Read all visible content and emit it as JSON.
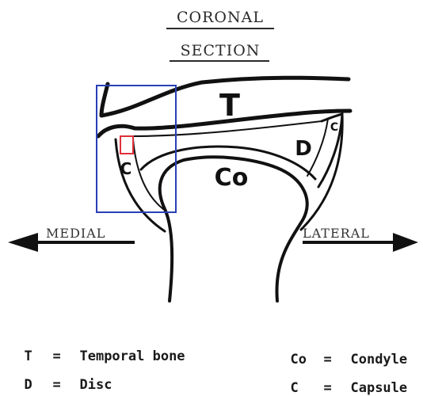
{
  "heading": {
    "line1": "CORONAL",
    "line2": "SECTION"
  },
  "directions": {
    "medial": "MEDIAL",
    "lateral": "LATERAL"
  },
  "region_labels": {
    "temporal": "T",
    "disc": "D",
    "condyle": "Co",
    "capsule_medial": "C",
    "capsule_lateral": "C"
  },
  "legend": [
    {
      "key": "T",
      "eq": "=",
      "value": "Temporal bone"
    },
    {
      "key": "D",
      "eq": "=",
      "value": "Disc"
    },
    {
      "key": "Co",
      "eq": "=",
      "value": "Condyle"
    },
    {
      "key": "C",
      "eq": "=",
      "value": "Capsule"
    }
  ],
  "colors": {
    "outline": "#111111",
    "highlight_box": "#2a3fb5",
    "highlight_small": "#e0303a"
  }
}
